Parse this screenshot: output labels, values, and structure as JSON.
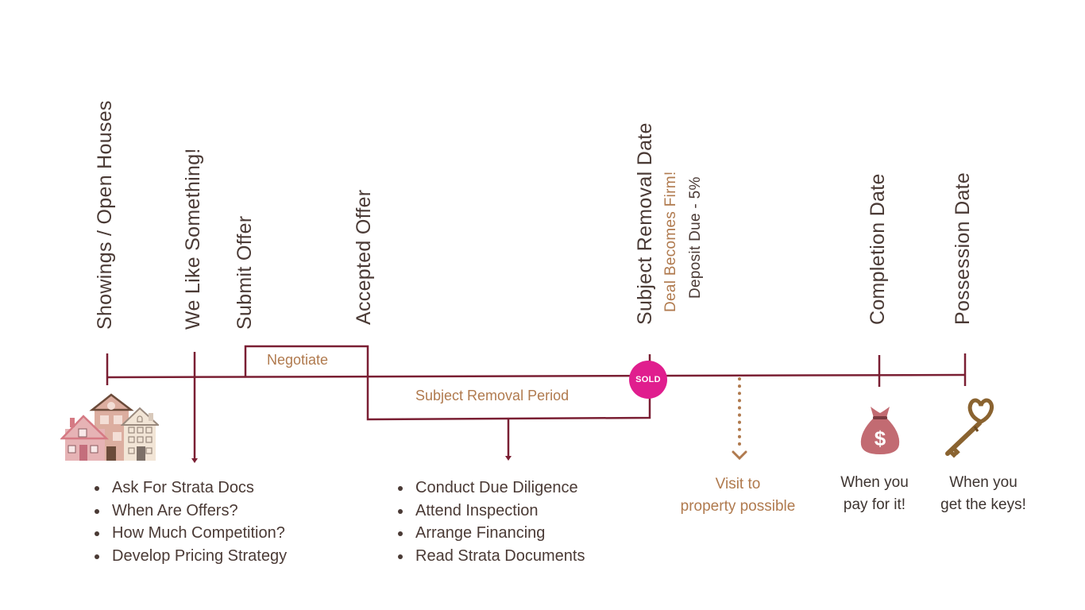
{
  "milestones": [
    {
      "label": "Showings / Open Houses"
    },
    {
      "label": "We Like Something!"
    },
    {
      "label": "Submit Offer"
    },
    {
      "label": "Accepted Offer"
    },
    {
      "label": "Subject Removal Date",
      "sub1": "Deal Becomes Firm!",
      "sub2": "Deposit Due - 5%"
    },
    {
      "label": "Completion Date"
    },
    {
      "label": "Possession Date"
    }
  ],
  "periods": {
    "negotiate": "Negotiate",
    "subject_removal": "Subject Removal Period"
  },
  "badge": {
    "sold": "SOLD",
    "color": "#e01e8e"
  },
  "lists": {
    "before_offer": [
      "Ask For Strata Docs",
      "When Are Offers?",
      "How Much Competition?",
      "Develop Pricing Strategy"
    ],
    "subject_period": [
      "Conduct Due Diligence",
      "Attend Inspection",
      "Arrange Financing",
      "Read Strata Documents"
    ]
  },
  "captions": {
    "visit": [
      "Visit to",
      "property possible"
    ],
    "completion": [
      "When you",
      "pay for it!"
    ],
    "possession": [
      "When you",
      "get the keys!"
    ]
  },
  "icons": {
    "houses": "houses-icon",
    "money": "money-bag-icon",
    "key": "key-icon",
    "dollar": "$"
  },
  "colors": {
    "line": "#7a1f33",
    "accent": "#b07a4e",
    "text": "#4a3a35",
    "sold": "#e01e8e"
  }
}
